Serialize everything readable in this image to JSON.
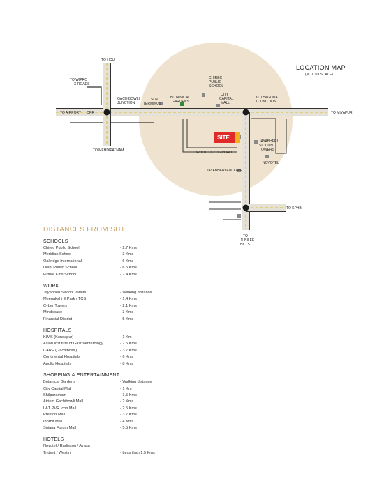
{
  "map": {
    "title": "LOCATION MAP",
    "subtitle": "(NOT TO SCALE)",
    "site_label": "SITE",
    "labels": {
      "to_hcu": "TO HCU",
      "to_wipro_1": "TO WIPRO",
      "to_wipro_2": "X ROADS",
      "gachibowli_1": "GACHIBOWLI",
      "gachibowli_2": "JUNCTION",
      "sln_1": "SLN",
      "sln_2": "TERMINUS",
      "botanical_1": "BOTANICAL",
      "botanical_2": "GARDENS",
      "chirec_1": "CHIREC",
      "chirec_2": "PUBLIC",
      "chirec_3": "SCHOOL",
      "ccm_1": "CITY",
      "ccm_2": "CAPITAL",
      "ccm_3": "MALL",
      "kothaguda_1": "KOTHAGUDA",
      "kothaguda_2": "T-JUNCTION",
      "to_miyapur": "TO MIYAPUR",
      "to_airport": "TO AIRPORT",
      "orr": "ORR",
      "to_mehdipatnam": "TO MEHDIPATNAM",
      "white_fields": "WHITE FIELDS ROAD",
      "jayabheri_1": "JAYABHERI",
      "jayabheri_2": "SILICON",
      "jayabheri_3": "TOWERS",
      "novotel": "NOVOTEL",
      "jayabheri_enclave": "JAYABHERI ENCLAVE",
      "to_kphb": "TO KPHB",
      "to_jubilee_1": "TO",
      "to_jubilee_2": "JUBILEE",
      "to_jubilee_3": "HILLS"
    }
  },
  "distances": {
    "title": "DISTANCES FROM SITE",
    "sections": [
      {
        "title": "SCHOOLS",
        "rows": [
          {
            "name": "Chirec Public School",
            "distance": "- 2.7 Kms"
          },
          {
            "name": "Meridian School",
            "distance": "- 3 Kms"
          },
          {
            "name": "Oakridge International",
            "distance": "- 6 Kms"
          },
          {
            "name": "Delhi Public School",
            "distance": "- 6.5 Kms"
          },
          {
            "name": "Future Kids School",
            "distance": "- 7.4 Kms"
          }
        ]
      },
      {
        "title": "WORK",
        "rows": [
          {
            "name": "Jayabheri Silicon Towers",
            "distance": "- Walking distance"
          },
          {
            "name": "Meenakshi E Park / TCS",
            "distance": "- 1.4 Kms"
          },
          {
            "name": "Cyber Towers",
            "distance": "- 2.1 Kms"
          },
          {
            "name": "Mindspace",
            "distance": "- 3 Kms"
          },
          {
            "name": "Financial District",
            "distance": "- 5 Kms"
          }
        ]
      },
      {
        "title": "HOSPITALS",
        "rows": [
          {
            "name": "KIMS (Kondapur)",
            "distance": "- 1 Km"
          },
          {
            "name": "Asian Institute of Gastroenterology",
            "distance": "- 2.5 Kms"
          },
          {
            "name": "CARE (Gachibowli)",
            "distance": "- 3.7 Kms"
          },
          {
            "name": "Continental Hospitals",
            "distance": "- 6 Kms"
          },
          {
            "name": "Apollo Hospitals",
            "distance": "- 8 Kms"
          }
        ]
      },
      {
        "title": "SHOPPING & ENTERTAINMENT",
        "rows": [
          {
            "name": "Botanical Gardens",
            "distance": "- Walking distance"
          },
          {
            "name": "City Capital Mall",
            "distance": "- 1 Km"
          },
          {
            "name": "Shilparamam",
            "distance": "- 1.5 Kms"
          },
          {
            "name": "Atrium Gachibowli Mall",
            "distance": "- 2 Kms"
          },
          {
            "name": "L&T PVR Icon Mall",
            "distance": "- 2.5 Kms"
          },
          {
            "name": "Preston Mall",
            "distance": "- 3.7 Kms"
          },
          {
            "name": "Inorbit Mall",
            "distance": "- 4 Kms"
          },
          {
            "name": "Sujana Forum Mall",
            "distance": "- 5.5 Kms"
          }
        ]
      },
      {
        "title": "HOTELS",
        "rows": [
          {
            "name": "Novotel / Radisson / Avasa",
            "distance": ""
          },
          {
            "name": "Trident / Westin",
            "distance": "- Less than 1.5 Kms"
          }
        ]
      }
    ]
  },
  "colors": {
    "accent": "#c9a56a",
    "circle": "#efe3cf",
    "site": "#e02a2a",
    "site_accent": "#f2b020",
    "road": "#e6e1d6",
    "road_dash": "#d9c54a",
    "green": "#2e8b3a"
  }
}
